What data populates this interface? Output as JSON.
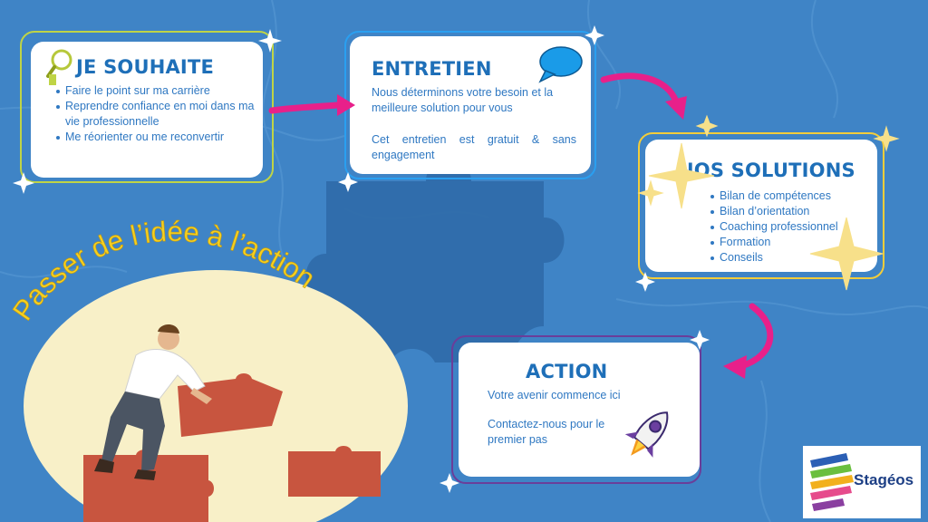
{
  "headline": "Passer de l’idée à l’action",
  "cards": {
    "souhaite": {
      "title": "JE SOUHAITE",
      "items": [
        "Faire le point sur ma carrière",
        "Reprendre confiance en moi dans ma vie professionnelle",
        "Me réorienter  ou me reconvertir"
      ],
      "icon": "magnifier-person-icon"
    },
    "entretien": {
      "title": "ENTRETIEN",
      "text1": "Nous déterminons votre besoin et la meilleure solution pour vous",
      "text2": "Cet entretien est gratuit & sans engagement",
      "icon": "speech-bubble-icon"
    },
    "solutions": {
      "title": "NOS SOLUTIONS",
      "items": [
        "Bilan de compétences",
        "Bilan d’orientation",
        "Coaching professionnel",
        "Formation",
        "Conseils"
      ]
    },
    "action": {
      "title": "ACTION",
      "text1": "Votre avenir commence ici",
      "text2": "Contactez-nous pour le premier pas",
      "icon": "rocket-icon"
    }
  },
  "logo": {
    "name": "Stagéos"
  },
  "colors": {
    "background": "#3f84c6",
    "title_blue": "#1e6fb8",
    "text_blue": "#2f78c2",
    "arrow_pink": "#e8208a",
    "frame_lime": "#bfd446",
    "frame_blue": "#2a9ff0",
    "frame_yellow": "#f3cd3a",
    "frame_purple": "#6a3e9a",
    "headline_yellow": "#f5d020"
  }
}
